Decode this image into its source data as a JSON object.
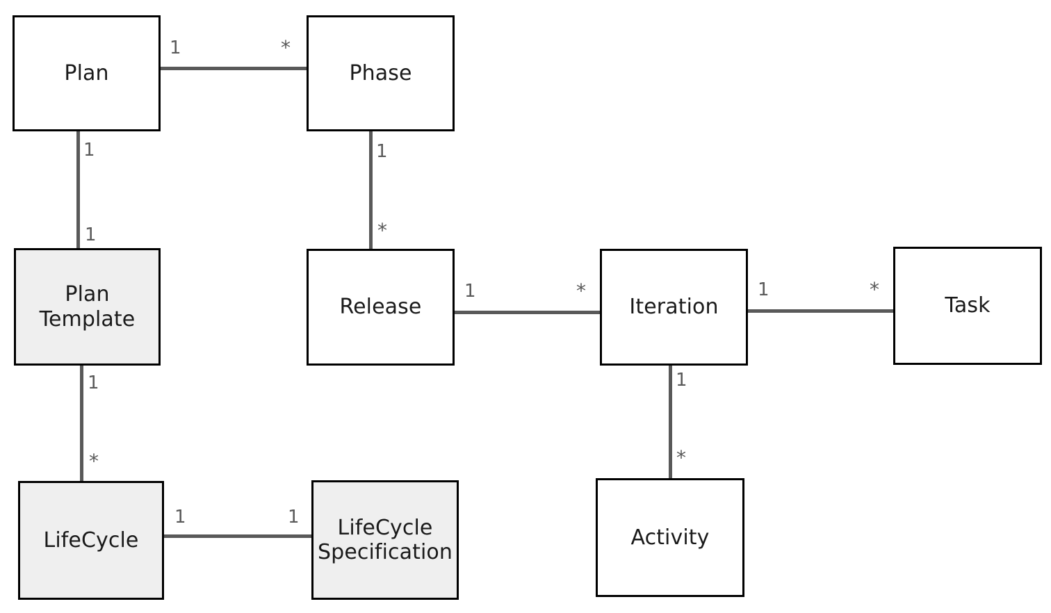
{
  "diagram": {
    "type": "uml-class-diagram",
    "background_color": "#ffffff",
    "line_color": "#595959",
    "border_color": "#000000",
    "fill_white": "#ffffff",
    "fill_gray": "#efefef",
    "classes": [
      {
        "id": "plan",
        "label": "Plan",
        "fill": "white"
      },
      {
        "id": "phase",
        "label": "Phase",
        "fill": "white"
      },
      {
        "id": "plantemplate",
        "label": "Plan\nTemplate",
        "fill": "gray"
      },
      {
        "id": "release",
        "label": "Release",
        "fill": "white"
      },
      {
        "id": "iteration",
        "label": "Iteration",
        "fill": "white"
      },
      {
        "id": "task",
        "label": "Task",
        "fill": "white"
      },
      {
        "id": "lifecycle",
        "label": "LifeCycle",
        "fill": "gray"
      },
      {
        "id": "lifecyclespec",
        "label": "LifeCycle\nSpecification",
        "fill": "gray"
      },
      {
        "id": "activity",
        "label": "Activity",
        "fill": "white"
      }
    ],
    "associations": [
      {
        "id": "plan-phase",
        "from": "plan",
        "to": "phase",
        "from_mult": "1",
        "to_mult": "*"
      },
      {
        "id": "plan-plantemplate",
        "from": "plan",
        "to": "plantemplate",
        "from_mult": "1",
        "to_mult": "1"
      },
      {
        "id": "phase-release",
        "from": "phase",
        "to": "release",
        "from_mult": "1",
        "to_mult": "*"
      },
      {
        "id": "plantemplate-lifecycle",
        "from": "plantemplate",
        "to": "lifecycle",
        "from_mult": "1",
        "to_mult": "*"
      },
      {
        "id": "lifecycle-spec",
        "from": "lifecycle",
        "to": "lifecyclespec",
        "from_mult": "1",
        "to_mult": "1"
      },
      {
        "id": "release-iteration",
        "from": "release",
        "to": "iteration",
        "from_mult": "1",
        "to_mult": "*"
      },
      {
        "id": "iteration-task",
        "from": "iteration",
        "to": "task",
        "from_mult": "1",
        "to_mult": "*"
      },
      {
        "id": "iteration-activity",
        "from": "iteration",
        "to": "activity",
        "from_mult": "1",
        "to_mult": "*"
      }
    ]
  }
}
